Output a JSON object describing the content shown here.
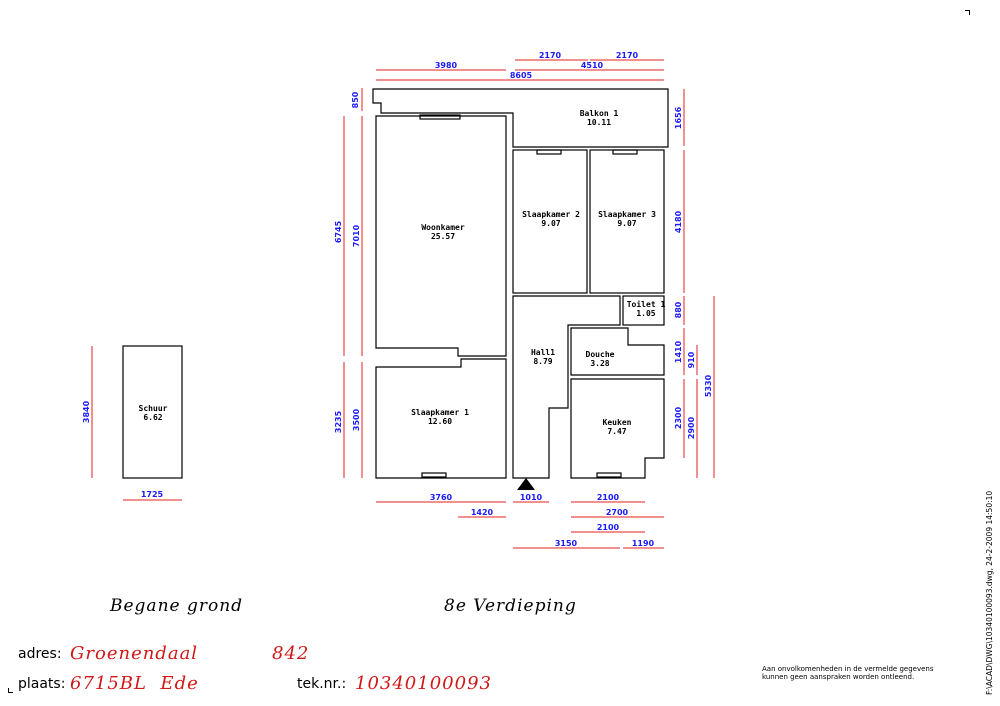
{
  "rooms": [
    {
      "name": "Balkon 1",
      "area": "10.11"
    },
    {
      "name": "Woonkamer",
      "area": "25.57"
    },
    {
      "name": "Slaapkamer 2",
      "area": "9.07"
    },
    {
      "name": "Slaapkamer 3",
      "area": "9.07"
    },
    {
      "name": "Toilet 1",
      "area": "1.05"
    },
    {
      "name": "Hall1",
      "area": "8.79"
    },
    {
      "name": "Douche",
      "area": "3.28"
    },
    {
      "name": "Keuken",
      "area": "7.47"
    },
    {
      "name": "Slaapkamer 1",
      "area": "12.60"
    },
    {
      "name": "Schuur",
      "area": "6.62"
    }
  ],
  "dimensions": {
    "top_2170_a": "2170",
    "top_2170_b": "2170",
    "top_3980": "3980",
    "top_4510": "4510",
    "top_8605": "8605",
    "left_850": "850",
    "left_6745": "6745",
    "left_7010": "7010",
    "left_3235": "3235",
    "left_3500": "3500",
    "right_1656": "1656",
    "right_4180": "4180",
    "right_880": "880",
    "right_1410": "1410",
    "right_910": "910",
    "right_5330": "5330",
    "right_2300": "2300",
    "right_2900": "2900",
    "bottom_3760": "3760",
    "bottom_1010": "1010",
    "bottom_2100_a": "2100",
    "bottom_1420": "1420",
    "bottom_2700": "2700",
    "bottom_2100_b": "2100",
    "bottom_3150": "3150",
    "bottom_1190": "1190",
    "schuur_3840": "3840",
    "schuur_1725": "1725"
  },
  "floors": {
    "ground": "Begane grond",
    "upper": "8e Verdieping"
  },
  "info": {
    "adres_label": "adres:",
    "adres_value": "Groenendaal",
    "number_value": "842",
    "plaats_label": "plaats:",
    "plaats_value": "6715BL  Ede",
    "teknr_label": "tek.nr.:",
    "teknr_value": "10340100093"
  },
  "disclaimer_line1": "Aan onvolkomenheden in de vermelde gegevens",
  "disclaimer_line2": "kunnen geen aanspraken worden ontleend.",
  "file_path": "F:\\ACAD\\DWG\\10340100093.dwg, 24-2-2009 14:50:10",
  "colors": {
    "dimension_line": "#e02020",
    "dimension_text": "#1a1aff",
    "info_value": "#d01818"
  }
}
